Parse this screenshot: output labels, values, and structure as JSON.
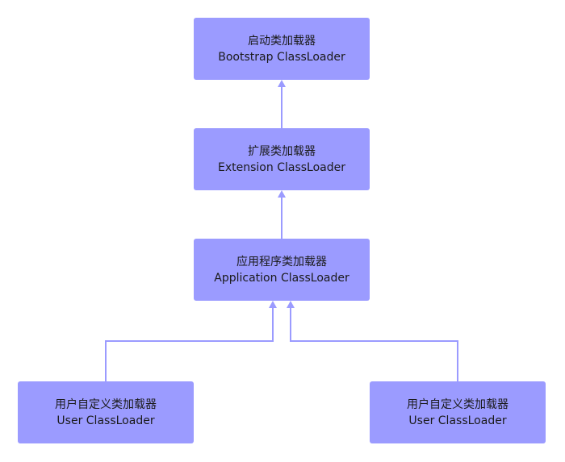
{
  "colors": {
    "node_fill": "#9b9bff",
    "connector": "#9b9bff",
    "text": "#1a1a1a"
  },
  "nodes": {
    "bootstrap": {
      "name_zh": "启动类加载器",
      "name_en": "Bootstrap ClassLoader"
    },
    "extension": {
      "name_zh": "扩展类加载器",
      "name_en": "Extension ClassLoader"
    },
    "application": {
      "name_zh": "应用程序类加载器",
      "name_en": "Application ClassLoader"
    },
    "user_left": {
      "name_zh": "用户自定义类加载器",
      "name_en": "User ClassLoader"
    },
    "user_right": {
      "name_zh": "用户自定义类加载器",
      "name_en": "User ClassLoader"
    }
  },
  "edges": [
    {
      "from": "extension",
      "to": "bootstrap"
    },
    {
      "from": "application",
      "to": "extension"
    },
    {
      "from": "user_left",
      "to": "application"
    },
    {
      "from": "user_right",
      "to": "application"
    }
  ]
}
